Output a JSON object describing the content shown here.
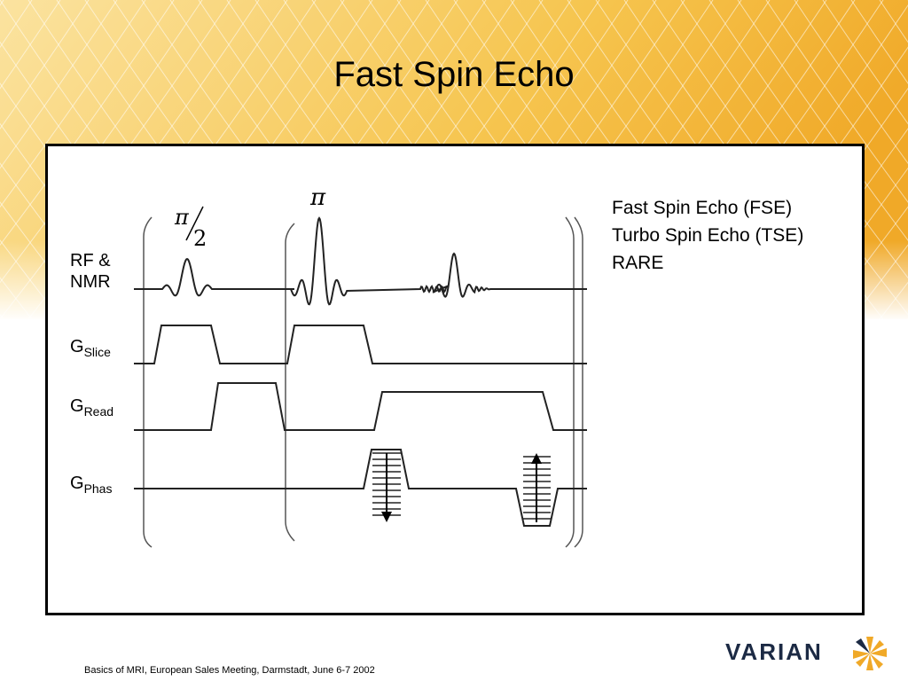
{
  "title": "Fast Spin Echo",
  "colors": {
    "background_warm": "#f3b22b",
    "panel_border": "#000000",
    "logo_navy": "#1c2a44",
    "logo_gold": "#f0a928"
  },
  "diagram": {
    "pulse_labels": {
      "pi_half_numerator": "π",
      "pi_half_denominator": "2",
      "pi": "π"
    },
    "rows": [
      {
        "main": "RF &",
        "second": "NMR",
        "sub": ""
      },
      {
        "main": "G",
        "sub": "Slice"
      },
      {
        "main": "G",
        "sub": "Read"
      },
      {
        "main": "G",
        "sub": "Phas"
      }
    ]
  },
  "notes": [
    "Fast Spin Echo (FSE)",
    "Turbo Spin Echo (TSE)",
    "RARE"
  ],
  "footer": "Basics of MRI, European Sales Meeting, Darmstadt, June 6-7 2002",
  "logo": {
    "text": "VARIAN",
    "icon": "starburst-icon"
  }
}
